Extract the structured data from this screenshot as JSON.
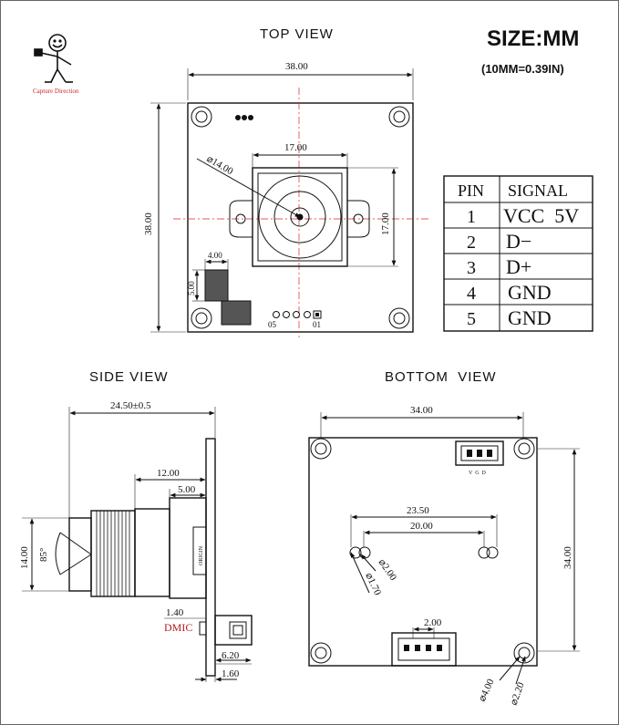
{
  "titles": {
    "top_view": "TOP VIEW",
    "side_view": "SIDE VIEW",
    "bottom_view": "BOTTOM  VIEW",
    "size": "SIZE:MM",
    "conversion": "(10MM=0.39IN)"
  },
  "logo": {
    "text": "Capture Direction"
  },
  "top": {
    "width": "38.00",
    "height": "38.00",
    "lens_box": "17.00",
    "lens_height": "17.00",
    "lens_diameter": "⌀14.00",
    "pad_w": "4.00",
    "pad_h": "5.00",
    "pin_a": "05",
    "pin_b": "01"
  },
  "pin_table": {
    "headers": [
      "PIN",
      "SIGNAL"
    ],
    "rows": [
      {
        "pin": "1",
        "signal": "VCC  5V"
      },
      {
        "pin": "2",
        "signal": "D−"
      },
      {
        "pin": "3",
        "signal": "D+"
      },
      {
        "pin": "4",
        "signal": "GND"
      },
      {
        "pin": "5",
        "signal": "GND"
      }
    ]
  },
  "side": {
    "total": "24.50±0.5",
    "lens": "12.00",
    "holder": "5.00",
    "height": "14.00",
    "angle": "85°",
    "board": "1.40",
    "mic": "DMIC",
    "conn": "6.20",
    "thick": "1.60",
    "chip": "ORIGIN"
  },
  "bottom": {
    "width": "34.00",
    "height": "34.00",
    "spacing_outer": "23.50",
    "spacing_inner": "20.00",
    "hole_small": "⌀2.00",
    "hole_tiny": "⌀1.70",
    "conn_pitch": "2.00",
    "mount_outer": "⌀4.00",
    "mount_inner": "⌀2.20",
    "conn_label": "V  G  D"
  }
}
